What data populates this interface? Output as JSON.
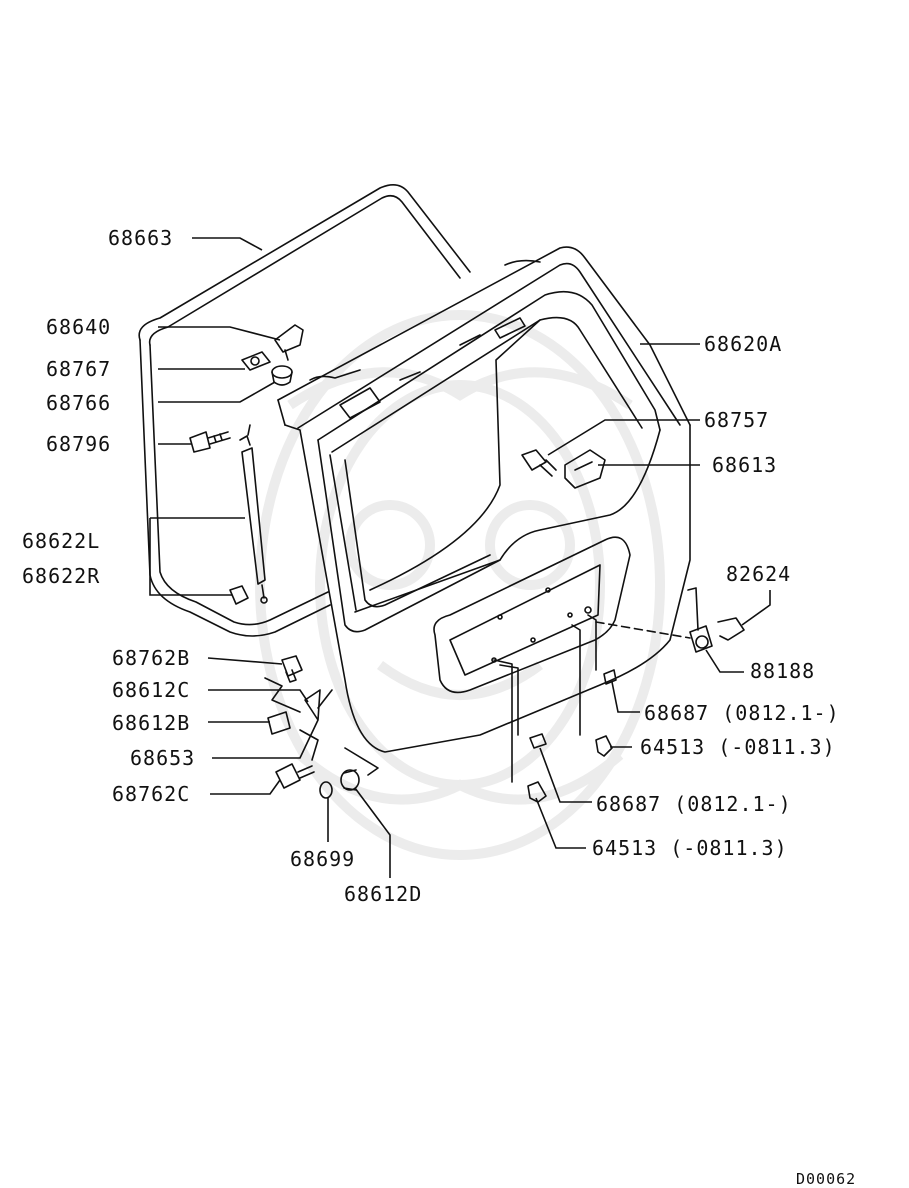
{
  "colors": {
    "line": "#111111",
    "watermark": "#ececec",
    "background": "#ffffff"
  },
  "labels": {
    "p68663": "68663",
    "p68640": "68640",
    "p68767": "68767",
    "p68766": "68766",
    "p68796": "68796",
    "p68622L": "68622L",
    "p68622R": "68622R",
    "p68620A": "68620A",
    "p68757": "68757",
    "p68613": "68613",
    "p82624": "82624",
    "p88188": "88188",
    "p68687a": "68687 (0812.1-)",
    "p64513a": "64513 (-0811.3)",
    "p68687b": "68687 (0812.1-)",
    "p64513b": "64513 (-0811.3)",
    "p68762B": "68762B",
    "p68612C": "68612C",
    "p68612B": "68612B",
    "p68653": "68653",
    "p68762C": "68762C",
    "p68699": "68699",
    "p68612D": "68612D"
  },
  "document_id": "D00062"
}
